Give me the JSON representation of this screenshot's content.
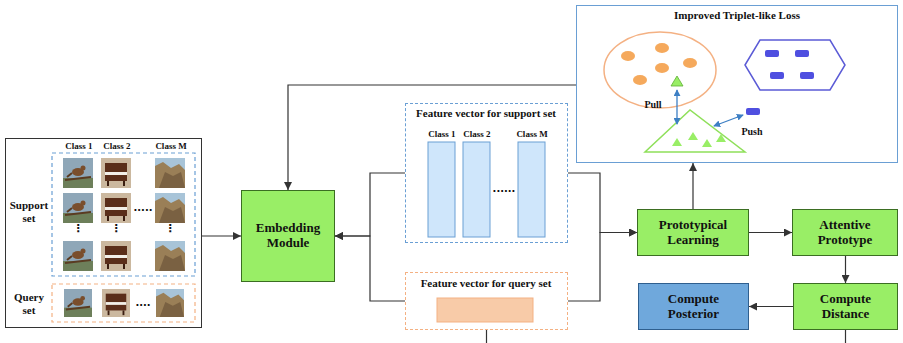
{
  "diagram": {
    "nodes": [
      {
        "text": [
          "Class 1",
          "Class 2",
          "Class M",
          "Support set",
          "Query set"
        ]
      },
      {
        "text": [
          "Embedding Module"
        ]
      },
      {
        "text": [
          "Feature vector for support set",
          "Class 1",
          "Class 2",
          "Class M"
        ]
      },
      {
        "text": [
          "Feature vector for query set"
        ]
      },
      {
        "text": [
          "Improved Triplet-like Loss"
        ]
      },
      {
        "text": [
          "Prototypical Learning"
        ]
      },
      {
        "text": [
          "Attentive Prototype"
        ]
      },
      {
        "text": [
          "Compute Posterior"
        ]
      },
      {
        "text": [
          "Compute Distance"
        ]
      }
    ],
    "edges": [
      {
        "from": 0,
        "to": 1,
        "arrow": "to"
      },
      {
        "from": 2,
        "to": 1,
        "arrow": "to"
      },
      {
        "from": 3,
        "to": 1,
        "arrow": "to"
      },
      {
        "from": 4,
        "to": 1,
        "arrow": "to"
      },
      {
        "from": 2,
        "to": 5,
        "arrow": "to"
      },
      {
        "from": 3,
        "to": 5,
        "arrow": "to"
      },
      {
        "from": 5,
        "to": 4,
        "arrow": "to"
      },
      {
        "from": 5,
        "to": 6,
        "arrow": "to"
      },
      {
        "from": 6,
        "to": 8,
        "arrow": "to"
      },
      {
        "from": 8,
        "to": 7,
        "arrow": "to"
      }
    ],
    "labels": [
      "Pull",
      "Push",
      ".....",
      "⋮",
      "⋮",
      "⋮",
      "....",
      "......"
    ]
  }
}
